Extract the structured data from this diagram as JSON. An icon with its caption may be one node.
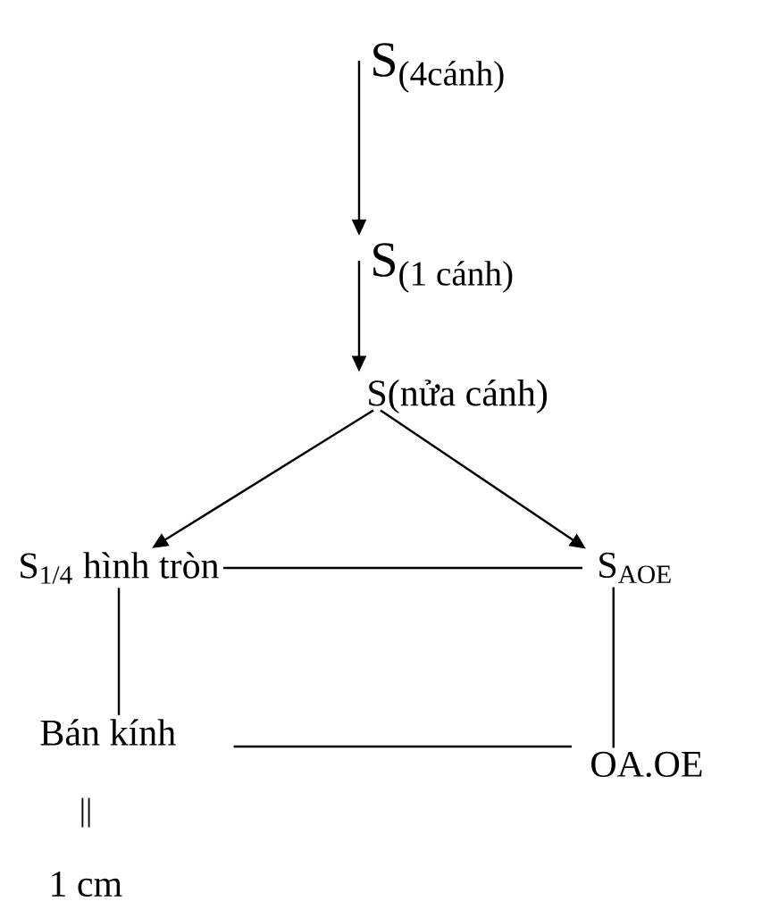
{
  "diagram": {
    "nodes": [
      {
        "text": [
          "S$_{(4cánh)}$"
        ]
      },
      {
        "text": [
          "S$_{(1 cánh)}$"
        ]
      },
      {
        "text": [
          "S(nửa cánh)"
        ]
      },
      {
        "text": [
          "S$_{1/4}$ hình tròn"
        ]
      },
      {
        "text": [
          "S$_{AOE}$"
        ]
      },
      {
        "text": [
          "Bán kính"
        ]
      },
      {
        "text": [
          "OA.OE"
        ]
      },
      {
        "text": [
          "1 cm"
        ]
      }
    ],
    "edges": [
      {
        "from": 0,
        "to": 1,
        "arrow": "to"
      },
      {
        "from": 1,
        "to": 2,
        "arrow": "to"
      },
      {
        "from": 2,
        "to": 3,
        "arrow": "to"
      },
      {
        "from": 2,
        "to": 4,
        "arrow": "to"
      },
      {
        "from": 3,
        "to": 4,
        "arrow": "none"
      },
      {
        "from": 3,
        "to": 5,
        "arrow": "none"
      },
      {
        "from": 4,
        "to": 6,
        "arrow": "none"
      },
      {
        "from": 5,
        "to": 6,
        "arrow": "none"
      }
    ],
    "labels": [
      "||"
    ]
  }
}
